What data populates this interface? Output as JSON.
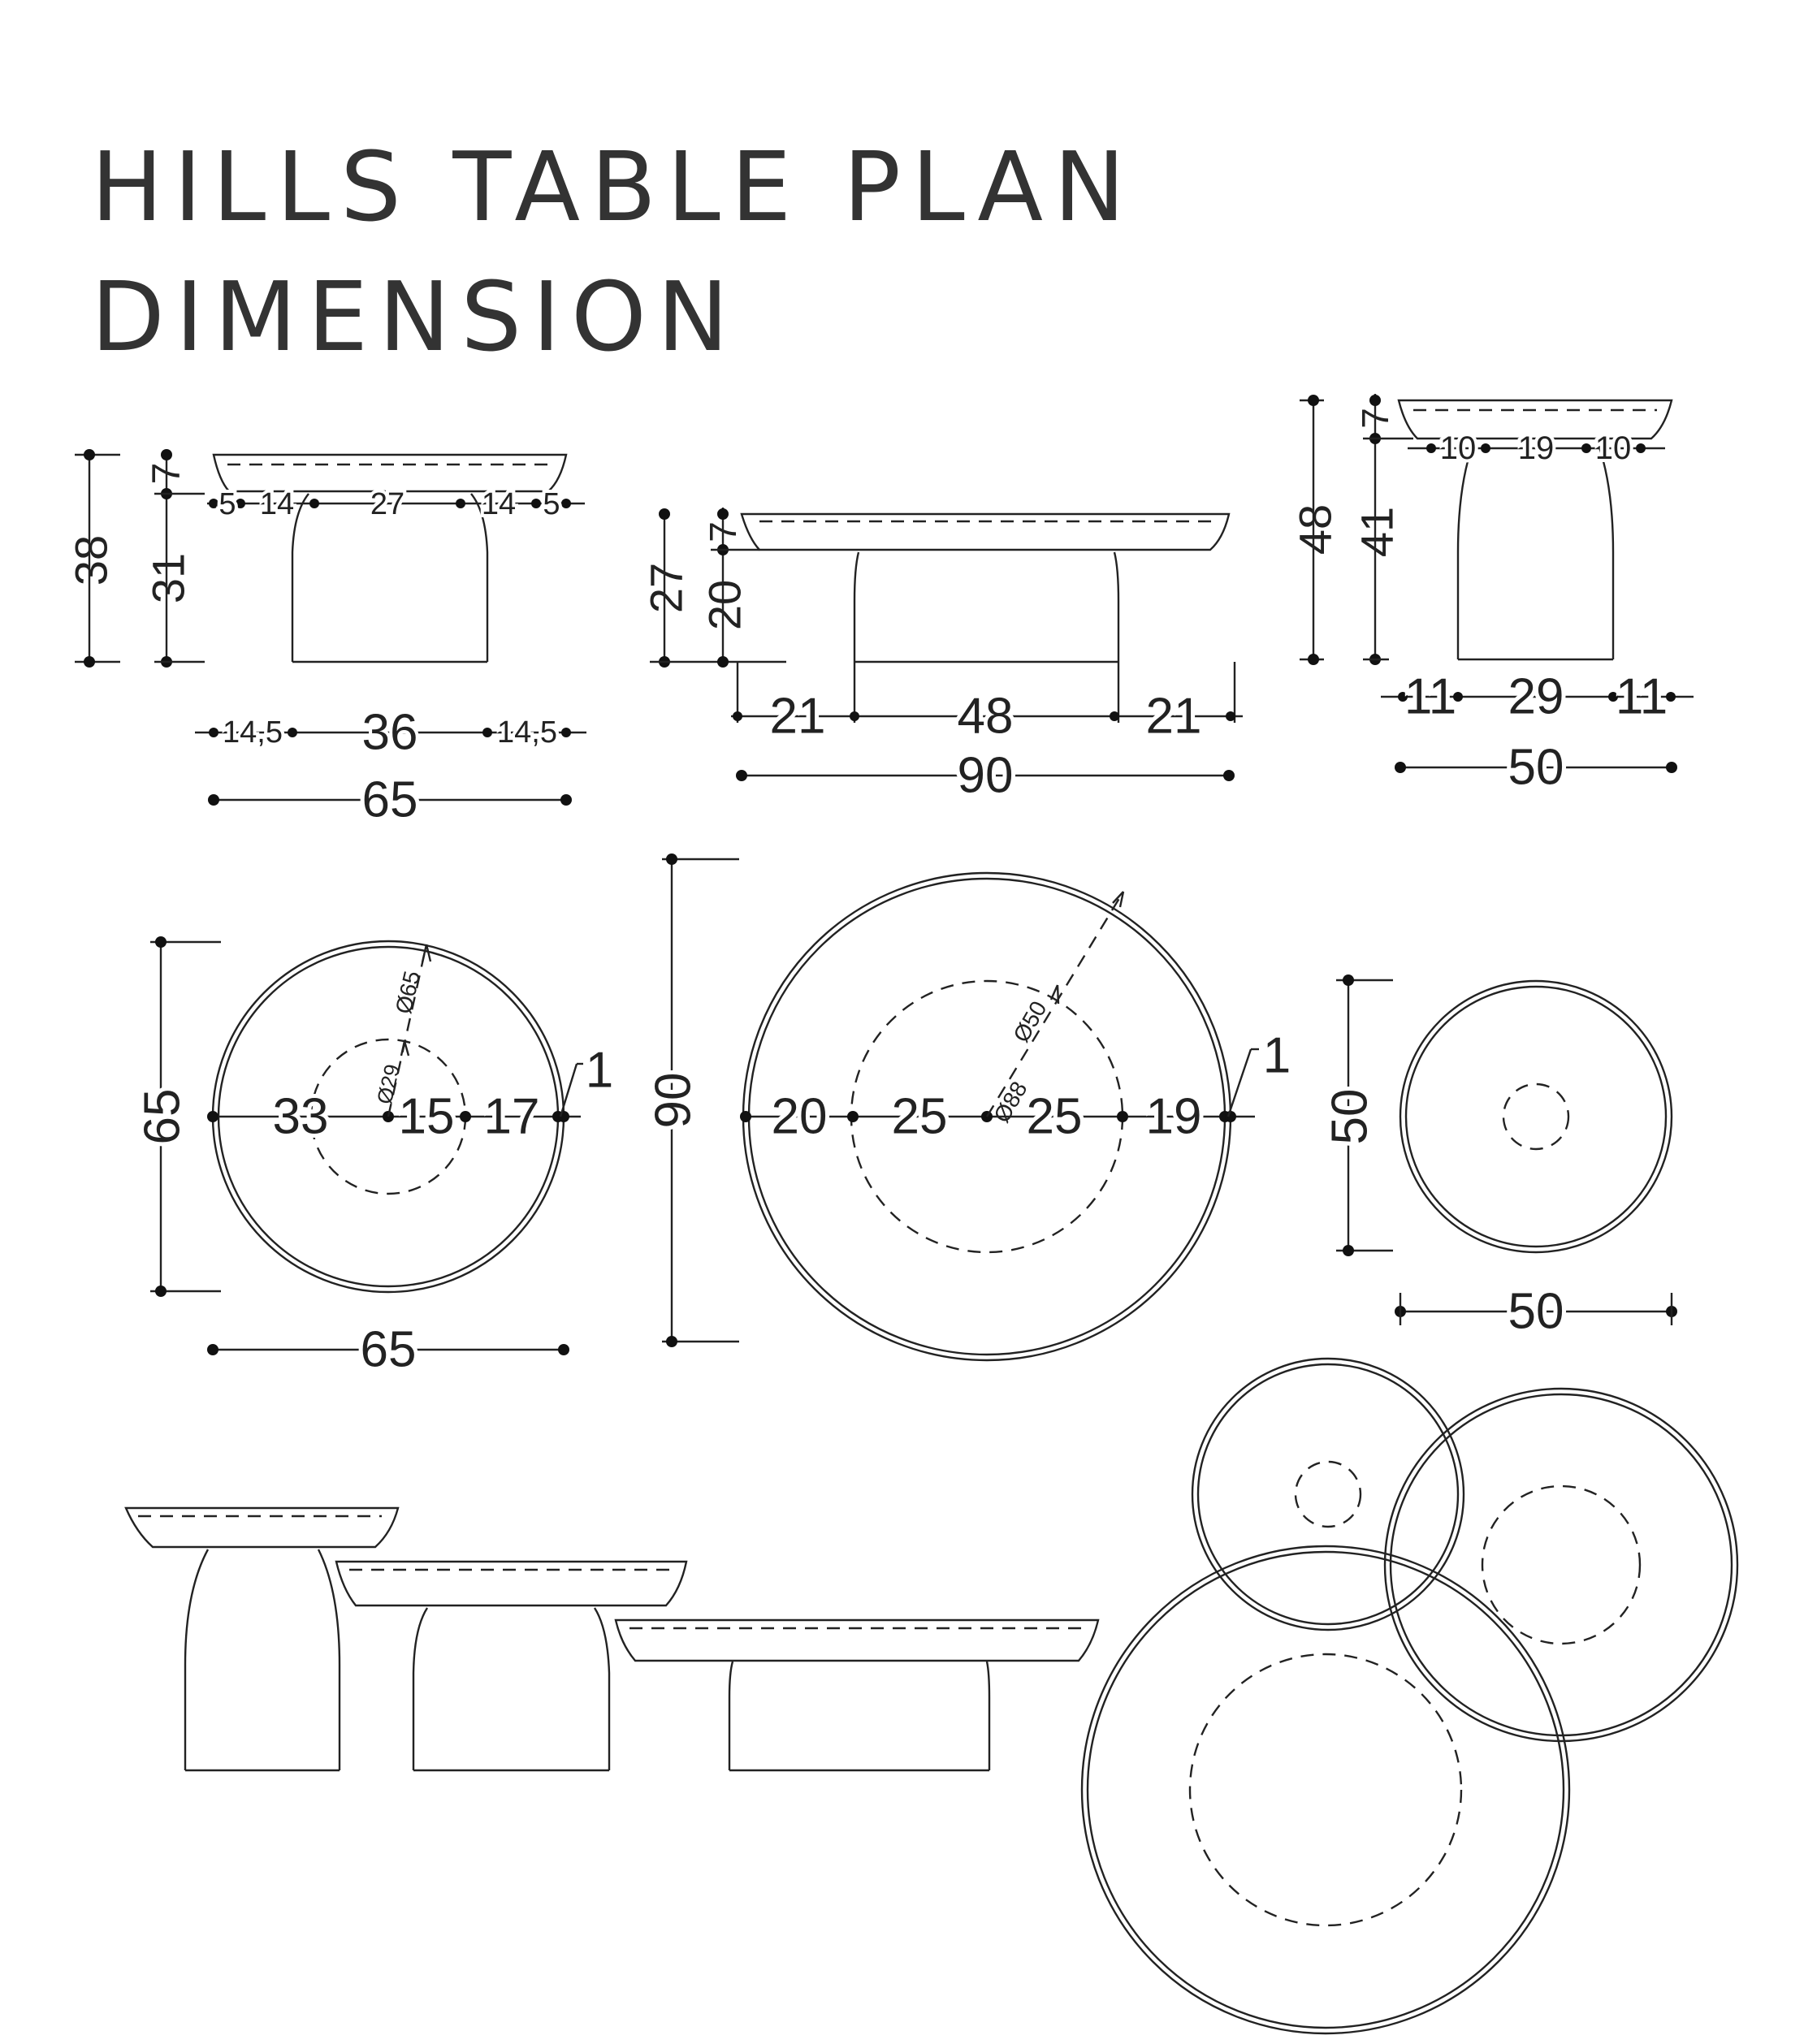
{
  "title": {
    "line1": "HILLS TABLE PLAN",
    "line2": "DIMENSION"
  },
  "side_small": {
    "total_height": "38",
    "base_height": "31",
    "top_thickness": "7",
    "top_row": [
      "5",
      "14",
      "27",
      "14",
      "5"
    ],
    "base_row": [
      "14,5",
      "36",
      "14,5"
    ],
    "width": "65"
  },
  "side_large": {
    "total_height": "27",
    "base_height": "20",
    "top_thickness": "7",
    "base_row": [
      "21",
      "48",
      "21"
    ],
    "width": "90"
  },
  "side_tall": {
    "total_height": "48",
    "base_height": "41",
    "top_thickness": "7",
    "top_row": [
      "10",
      "19",
      "10"
    ],
    "base_row": [
      "11",
      "29",
      "11"
    ],
    "width": "50"
  },
  "plan_small": {
    "height": "65",
    "width": "65",
    "outer_diameter": "Ø65",
    "inner_diameter": "Ø29",
    "row": [
      "33",
      "15",
      "17"
    ],
    "rim": "1"
  },
  "plan_large": {
    "height": "90",
    "outer_diameter": "Ø50",
    "inner_diameter": "Ø88",
    "row": [
      "20",
      "25",
      "25",
      "19"
    ],
    "rim": "1"
  },
  "plan_tall": {
    "height": "50",
    "width": "50"
  }
}
